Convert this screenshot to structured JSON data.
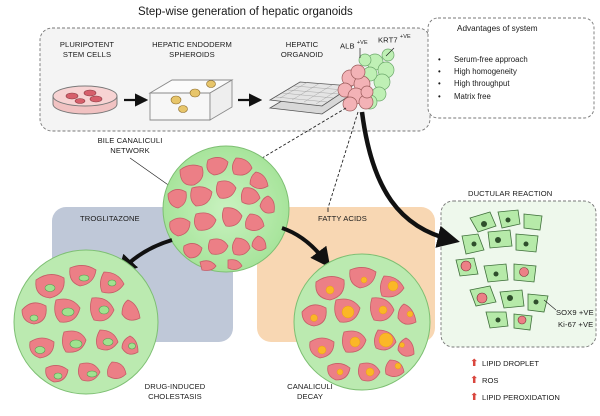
{
  "title": "Step-wise generation of hepatic organoids",
  "steps": [
    {
      "line1": "PLURIPOTENT",
      "line2": "STEM CELLS"
    },
    {
      "line1": "HEPATIC ENDODERM",
      "line2": "SPHEROIDS"
    },
    {
      "line1": "HEPATIC",
      "line2": "ORGANOID"
    }
  ],
  "markers": {
    "alb": "ALB",
    "krt7": "KRT7",
    "positive": "+VE"
  },
  "advantages": {
    "title": "Advantages of system",
    "items": [
      "Serum-free approach",
      "High homogeneity",
      "High throughput",
      "Matrix free"
    ]
  },
  "labels": {
    "bile_canaliculi_1": "BILE CANALICULI",
    "bile_canaliculi_2": "NETWORK",
    "troglitazone": "TROGLITAZONE",
    "fatty_acids": "FATTY ACIDS",
    "ductular_reaction": "DUCTULAR REACTION",
    "sox9": "SOX9 +VE",
    "ki67": "Ki-67 +VE",
    "cholestasis_1": "DRUG-INDUCED",
    "cholestasis_2": "CHOLESTASIS",
    "decay_1": "CANALICULI",
    "decay_2": "DECAY"
  },
  "effects": [
    "LIPID DROPLET",
    "ROS",
    "LIPID PEROXIDATION"
  ],
  "colors": {
    "cell_pink": "#ec7f86",
    "canaliculi_green": "#bdeeb3",
    "troglitazone_panel": "#bfc8d8",
    "fatty_acid_panel": "#f8d7b3",
    "ductular_panel": "#e9f6e6",
    "lipid_yellow": "#fbb726",
    "arrow_red": "#d9463e"
  }
}
